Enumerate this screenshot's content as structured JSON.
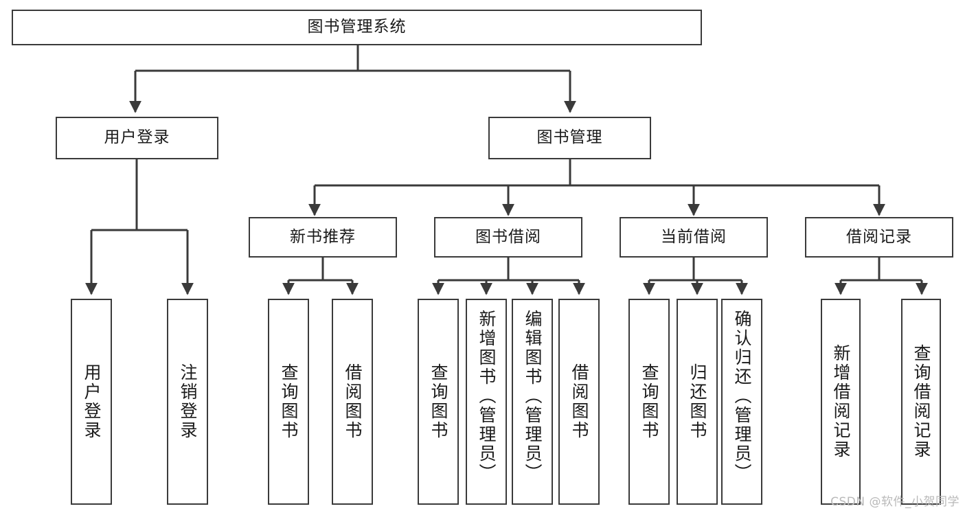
{
  "diagram": {
    "title": "图书管理系统",
    "watermark": "CSDN @软件_小贺同学",
    "colors": {
      "box_border": "#3a3a3a",
      "connector": "#3a3a3a",
      "background": "#ffffff",
      "text": "#1a1a1a",
      "watermark": "#b9b9b9"
    },
    "nodes": {
      "root": {
        "label": "图书管理系统",
        "orientation": "horizontal",
        "level": 1
      },
      "user_login": {
        "label": "用户登录",
        "orientation": "horizontal",
        "level": 2
      },
      "book_manage": {
        "label": "图书管理",
        "orientation": "horizontal",
        "level": 2
      },
      "new_book_rec": {
        "label": "新书推荐",
        "orientation": "horizontal",
        "level": 3
      },
      "book_borrow": {
        "label": "图书借阅",
        "orientation": "horizontal",
        "level": 3
      },
      "current_borrow": {
        "label": "当前借阅",
        "orientation": "horizontal",
        "level": 3
      },
      "borrow_record": {
        "label": "借阅记录",
        "orientation": "horizontal",
        "level": 3
      },
      "leaf_user_login": {
        "label": "用户登录",
        "orientation": "vertical",
        "level": 4
      },
      "leaf_user_logout": {
        "label": "注销登录",
        "orientation": "vertical",
        "level": 4
      },
      "leaf_query_book_1": {
        "label": "查询图书",
        "orientation": "vertical",
        "level": 4
      },
      "leaf_borrow_book_1": {
        "label": "借阅图书",
        "orientation": "vertical",
        "level": 4
      },
      "leaf_query_book_2": {
        "label": "查询图书",
        "orientation": "vertical",
        "level": 4
      },
      "leaf_add_book": {
        "label": "新增图书（管理员）",
        "orientation": "vertical",
        "level": 4
      },
      "leaf_edit_book": {
        "label": "编辑图书（管理员）",
        "orientation": "vertical",
        "level": 4
      },
      "leaf_borrow_book_2": {
        "label": "借阅图书",
        "orientation": "vertical",
        "level": 4
      },
      "leaf_query_book_3": {
        "label": "查询图书",
        "orientation": "vertical",
        "level": 4
      },
      "leaf_return_book": {
        "label": "归还图书",
        "orientation": "vertical",
        "level": 4
      },
      "leaf_confirm_return": {
        "label": "确认归还（管理员）",
        "orientation": "vertical",
        "level": 4
      },
      "leaf_add_record": {
        "label": "新增借阅记录",
        "orientation": "vertical",
        "level": 4
      },
      "leaf_query_record": {
        "label": "查询借阅记录",
        "orientation": "vertical",
        "level": 4
      }
    },
    "hierarchy": [
      {
        "parent": "root",
        "children": [
          "user_login",
          "book_manage"
        ]
      },
      {
        "parent": "user_login",
        "children": [
          "leaf_user_login",
          "leaf_user_logout"
        ]
      },
      {
        "parent": "book_manage",
        "children": [
          "new_book_rec",
          "book_borrow",
          "current_borrow",
          "borrow_record"
        ]
      },
      {
        "parent": "new_book_rec",
        "children": [
          "leaf_query_book_1",
          "leaf_borrow_book_1"
        ]
      },
      {
        "parent": "book_borrow",
        "children": [
          "leaf_query_book_2",
          "leaf_add_book",
          "leaf_edit_book",
          "leaf_borrow_book_2"
        ]
      },
      {
        "parent": "current_borrow",
        "children": [
          "leaf_query_book_3",
          "leaf_return_book",
          "leaf_confirm_return"
        ]
      },
      {
        "parent": "borrow_record",
        "children": [
          "leaf_add_record",
          "leaf_query_record"
        ]
      }
    ]
  }
}
